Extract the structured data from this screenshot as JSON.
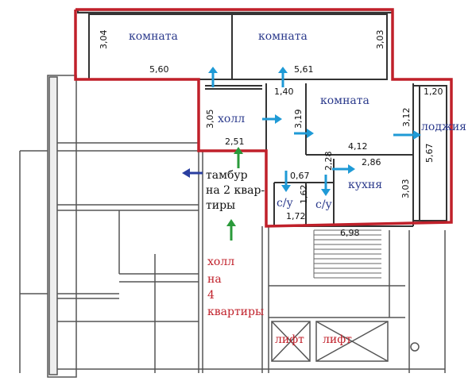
{
  "labels": {
    "room1": "комната",
    "room2": "комната",
    "room3": "комната",
    "hall": "холл",
    "loggia": "лоджия",
    "vestibule_line1": "тамбур",
    "vestibule_line2": "на 2 квар-",
    "vestibule_line3": "тиры",
    "kitchen": "кухня",
    "wc1": "с/у",
    "wc2": "с/у",
    "common_hall_line1": "холл",
    "common_hall_line2": "на",
    "common_hall_line3": "4",
    "common_hall_line4": "квартиры",
    "lift1": "лифт",
    "lift2": "лифт"
  },
  "dims": {
    "room1_h": "3,04",
    "room1_w": "5,60",
    "room2_w": "5,61",
    "room2_h": "3,03",
    "hall_h": "3,05",
    "hall_area": "2,51",
    "corr_w": "1,40",
    "room3_h": "3,19",
    "room3_w": "4,12",
    "room3_r": "3,12",
    "loggia_w": "1,20",
    "loggia_h": "5,67",
    "wc_a": "0,67",
    "wc_b": "2,28",
    "kitchen_w": "2,86",
    "wc_c": "1,62",
    "wc_d": "1,72",
    "kitchen_h": "3,03",
    "stair_w": "6,98"
  },
  "colors": {
    "outline_red": "#c0202a",
    "arrow_blue": "#1f9ad6",
    "arrow_green": "#2a9a3a",
    "arrow_navy": "#2a3fa0",
    "wall": "#333333"
  }
}
